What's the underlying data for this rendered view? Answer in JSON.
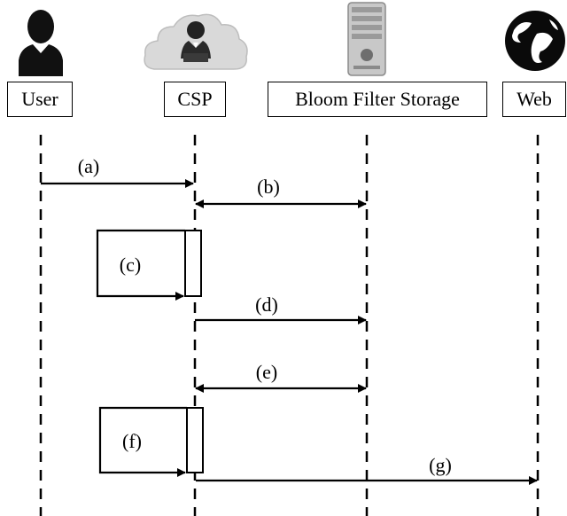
{
  "actors": [
    {
      "label": "User",
      "icon": "person-icon"
    },
    {
      "label": "CSP",
      "icon": "cloud-person-icon"
    },
    {
      "label": "Bloom Filter Storage",
      "icon": "server-icon"
    },
    {
      "label": "Web",
      "icon": "globe-icon"
    }
  ],
  "steps": [
    {
      "label": "(a)"
    },
    {
      "label": "(b)"
    },
    {
      "label": "(c)"
    },
    {
      "label": "(d)"
    },
    {
      "label": "(e)"
    },
    {
      "label": "(f)"
    },
    {
      "label": "(g)"
    }
  ],
  "colors": {
    "line": "#000000",
    "cloud": "#d9d9d9",
    "server": "#b0b0b0"
  }
}
